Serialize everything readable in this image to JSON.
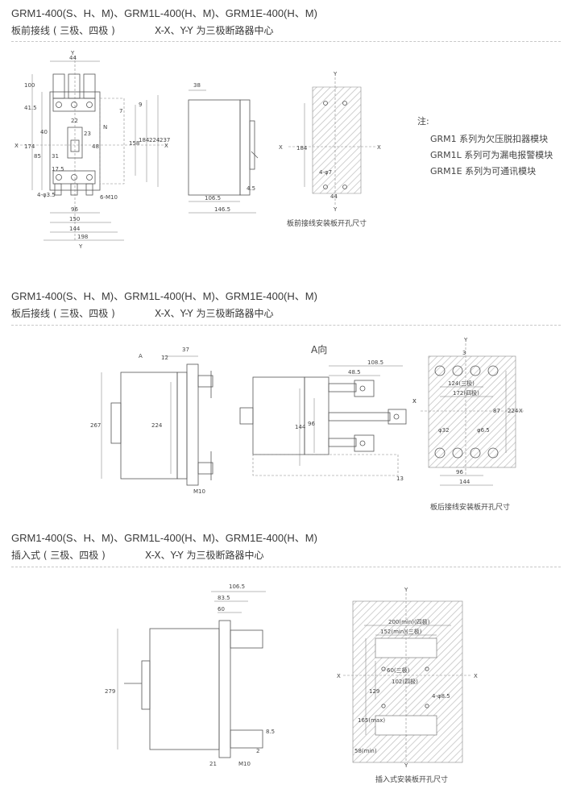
{
  "sections": [
    {
      "title": "GRM1-400(S、H、M)、GRM1L-400(H、M)、GRM1E-400(H、M)",
      "wiring": "板前接线 ( 三极、四极 )",
      "center_note": "X-X、Y-Y 为三极断路器中心",
      "caption": "板前接线安装板开孔尺寸"
    },
    {
      "title": "GRM1-400(S、H、M)、GRM1L-400(H、M)、GRM1E-400(H、M)",
      "wiring": "板后接线 ( 三极、四极 )",
      "center_note": "X-X、Y-Y 为三极断路器中心",
      "caption": "板后接线安装板开孔尺寸"
    },
    {
      "title": "GRM1-400(S、H、M)、GRM1L-400(H、M)、GRM1E-400(H、M)",
      "wiring": "插入式 ( 三极、四极 )",
      "center_note": "X-X、Y-Y 为三极断路器中心",
      "caption": "插入式安装板开孔尺寸"
    }
  ],
  "notes": {
    "heading": "注:",
    "items": [
      "GRM1 系列为欠压脱扣器模块",
      "GRM1L 系列可为漏电报警模块",
      "GRM1E 系列为可通讯模块"
    ]
  },
  "view_label": "A向",
  "dims": {
    "s1_front": [
      "44",
      "100",
      "41.5",
      "174",
      "85",
      "40",
      "22",
      "23",
      "48",
      "31",
      "17.5",
      "4-φ3.5",
      "96",
      "150",
      "144",
      "198",
      "6-M10",
      "N",
      "7",
      "9",
      "158",
      "184",
      "224",
      "237",
      "X",
      "Y",
      "Y"
    ],
    "s1_side": [
      "38",
      "106.5",
      "146.5",
      "4.5"
    ],
    "s1_cut": [
      "Y",
      "Y",
      "X",
      "X",
      "184",
      "4-φ7",
      "44"
    ],
    "s2_side": [
      "A",
      "12",
      "37",
      "267",
      "224",
      "M10"
    ],
    "s2_top": [
      "48.5",
      "108.5",
      "144",
      "96",
      "X",
      "13"
    ],
    "s2_cut": [
      "Y",
      "X",
      "X",
      "3",
      "124(三极)",
      "172(四极)",
      "87",
      "224",
      "φ32",
      "φ6.5",
      "96",
      "144"
    ],
    "s3_side": [
      "106.5",
      "83.5",
      "60",
      "279",
      "8.5",
      "2",
      "21",
      "M10",
      "60"
    ],
    "s3_cut": [
      "Y",
      "Y",
      "X",
      "X",
      "200(min)(四极)",
      "152(min)(三极)",
      "60(三极)",
      "102(四极)",
      "129",
      "165(max)",
      "58(min)",
      "4-φ8.5"
    ]
  }
}
